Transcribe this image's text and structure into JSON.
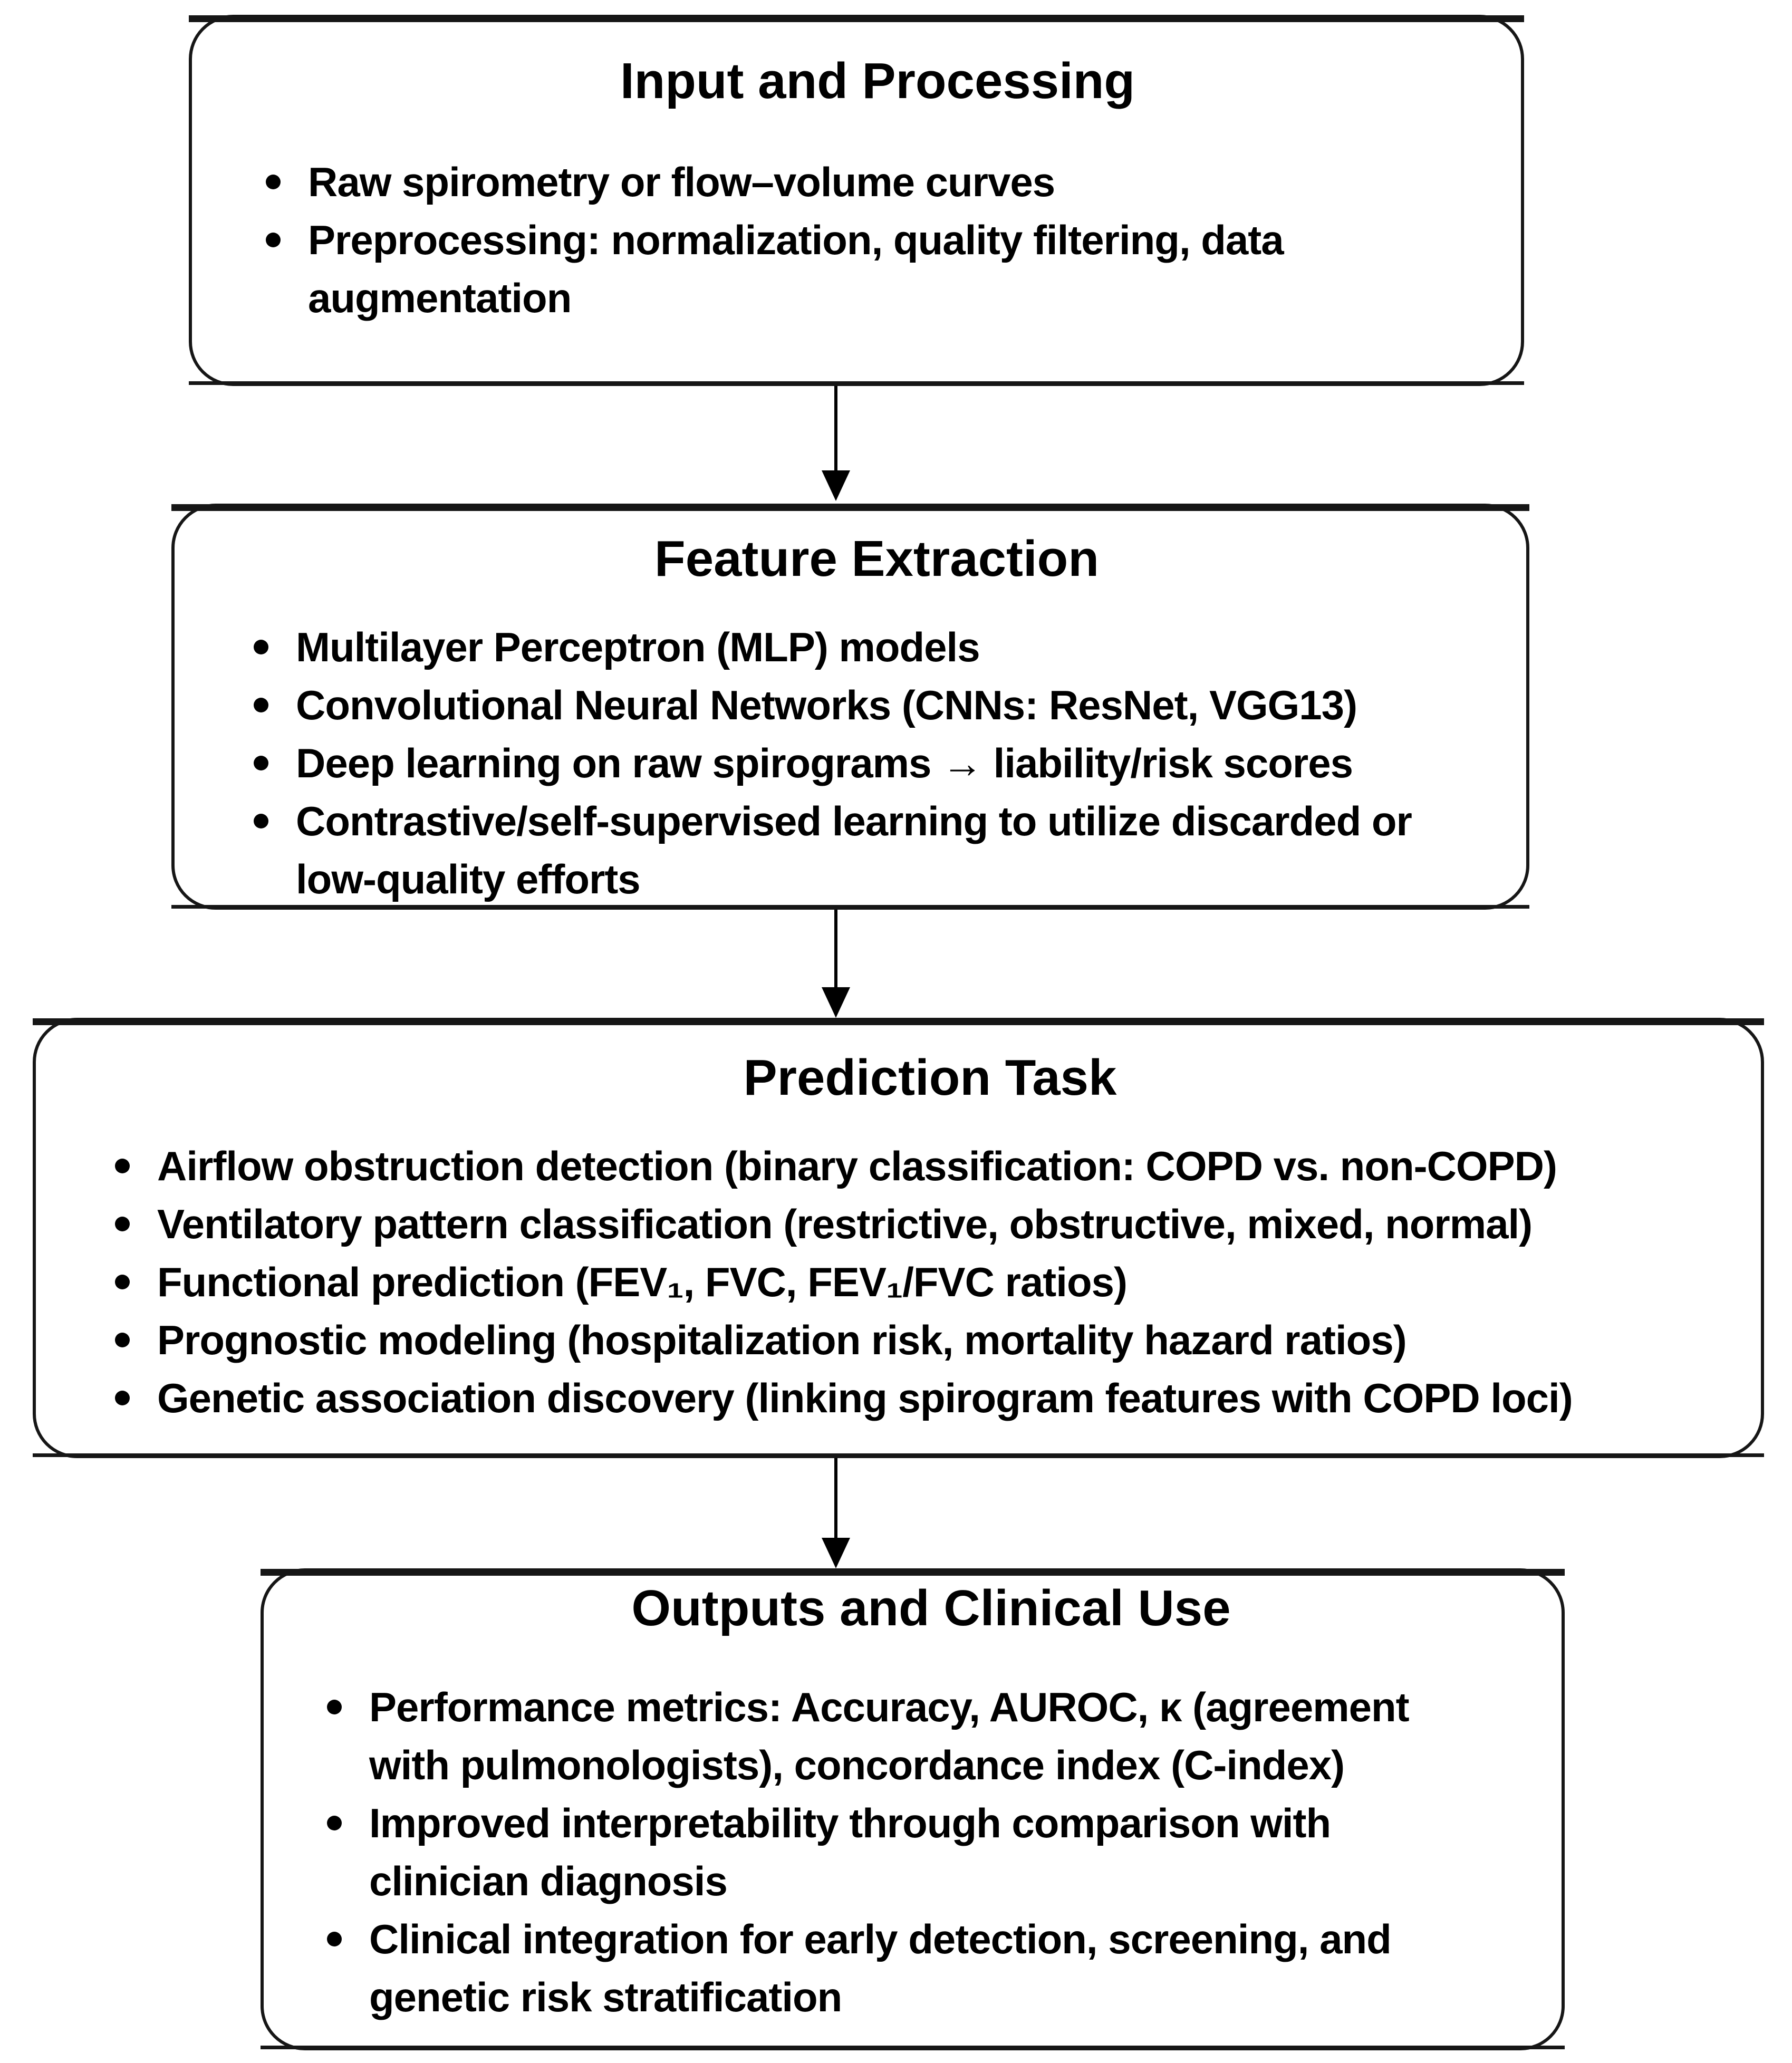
{
  "figure": {
    "colors": {
      "ink": "#000000",
      "border": "#161616",
      "background": "#ffffff"
    },
    "boxes": [
      {
        "title": "Input and Processing",
        "bullets": [
          "Raw spirometry or flow–volume curves",
          [
            "Preprocessing: normalization, quality filtering, data",
            "augmentation"
          ]
        ]
      },
      {
        "title": "Feature Extraction",
        "bullets": [
          "Multilayer Perceptron (MLP) models",
          "Convolutional Neural Networks (CNNs: ResNet, VGG13)",
          "Deep learning on raw spirograms → liability/risk scores",
          [
            "Contrastive/self-supervised learning to utilize discarded or",
            "low-quality efforts"
          ]
        ]
      },
      {
        "title": "Prediction Task",
        "bullets": [
          "Airflow obstruction detection (binary classification: COPD vs. non-COPD)",
          "Ventilatory pattern classification (restrictive, obstructive, mixed, normal)",
          "Functional prediction (FEV₁, FVC, FEV₁/FVC ratios)",
          "Prognostic modeling (hospitalization risk, mortality hazard ratios)",
          "Genetic association discovery (linking spirogram features with COPD loci)"
        ]
      },
      {
        "title": "Outputs and Clinical Use",
        "bullets": [
          [
            "Performance metrics: Accuracy, AUROC, κ (agreement",
            "with pulmonologists), concordance index (C-index)"
          ],
          [
            "Improved interpretability through comparison with",
            "clinician diagnosis"
          ],
          [
            "Clinical integration for early detection, screening, and",
            "genetic risk stratification"
          ]
        ]
      }
    ]
  }
}
